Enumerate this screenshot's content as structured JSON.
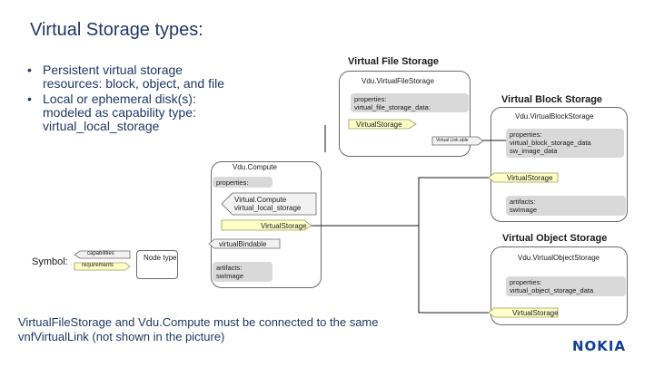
{
  "title": "Virtual Storage types:",
  "bullets": [
    "Persistent virtual storage resources: block, object, and file",
    "Local or ephemeral disk(s): modeled as capability type: virtual_local_storage"
  ],
  "file_storage": {
    "header": "Virtual File Storage",
    "node": "Vdu.VirtualFileStorage",
    "properties": "properties:\nvirtual_file_storage_data:",
    "cap": "VirtualStorage",
    "req": "Virtual Link able"
  },
  "block_storage": {
    "header": "Virtual Block Storage",
    "node": "Vdu.VirtualBlockStorage",
    "properties": "properties:\nvirtual_block_storage_data\nsw_image_data",
    "cap": "VirtualStorage",
    "artifacts": "artifacts:\nswImage"
  },
  "object_storage": {
    "header": "Virtual Object Storage",
    "node": "Vdu.VirtualObjectStorage",
    "properties": "properties:\nvirtual_object_storage_data",
    "cap": "VirtualStorage"
  },
  "compute": {
    "node": "Vdu.Compute",
    "properties": "properties:",
    "cap1": "Virtual.Compute\nvirtual_local_storage",
    "req1": "VirtualStorage",
    "cap2": "virtualBindable",
    "artifacts": "artifacts:\nswImage"
  },
  "legend": {
    "symbol": "Symbol:",
    "capabilities": "capabilities",
    "requirements": "requirements",
    "node_type": "Node type"
  },
  "footer": "VirtualFileStorage and Vdu.Compute must be connected to the same vnfVirtualLink (not shown in the picture)",
  "logo": "NOKIA",
  "colors": {
    "text_blue": "#1f3864",
    "requirement_fill": "#ffffc8",
    "capability_fill": "#f2f2f2",
    "property_fill": "#d9d9d9",
    "logo": "#124191"
  }
}
